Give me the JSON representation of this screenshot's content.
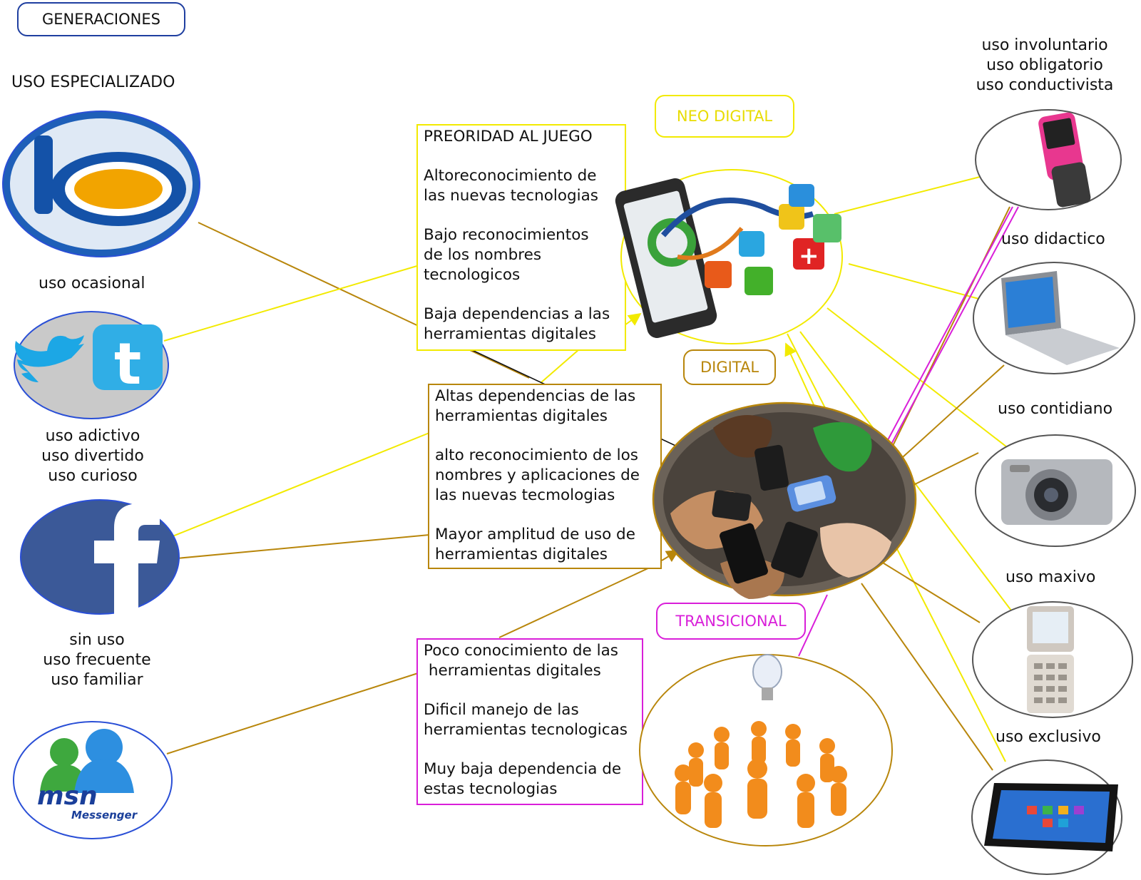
{
  "title": "GENERACIONES",
  "left_header": "USO ESPECIALIZADO",
  "left_labels": {
    "l1": "uso ocasional",
    "l2": [
      "uso adictivo",
      "uso divertido",
      "uso curioso"
    ],
    "l3": [
      "sin uso",
      "uso frecuente",
      "uso familiar"
    ]
  },
  "generations": {
    "neo": "NEO DIGITAL",
    "digital": "DIGITAL",
    "transicional": "TRANSICIONAL"
  },
  "boxes": {
    "neo": [
      "PREORIDAD AL JUEGO",
      "Altoreconocimiento de\nlas nuevas tecnologias",
      "Bajo reconocimientos\nde los nombres\ntecnologicos",
      "Baja dependencias a las\nherramientas digitales"
    ],
    "digital": [
      "Altas dependencias de las\nherramientas digitales",
      "alto reconocimiento de los\nnombres y aplicaciones de\nlas nuevas tecmologias",
      "Mayor amplitud de uso de\nherramientas digitales"
    ],
    "transicional": [
      "Poco conocimiento de las\n herramientas digitales",
      "Dificil manejo de las\nherramientas tecnologicas",
      "Muy baja dependencia de\nestas tecnologias"
    ]
  },
  "right_labels": {
    "r0": [
      "uso involuntario",
      "uso obligatorio",
      "uso conductivista"
    ],
    "r1": "uso didactico",
    "r2": "uso contidiano",
    "r3": "uso maxivo",
    "r4": "uso exclusivo"
  },
  "colors": {
    "neo": "#f2ea00",
    "digital": "#b8860b",
    "transicional": "#d91fd9",
    "title_border": "#1f3fa0",
    "ellipse_blue": "#2a4fd6",
    "ellipse_gray": "#555555"
  },
  "icons": [
    "bing-logo-icon",
    "twitter-logo-icon",
    "facebook-logo-icon",
    "msn-messenger-icon",
    "social-apps-phone-icon",
    "hands-with-phones-icon",
    "people-circle-lightbulb-icon",
    "pink-slider-phone-icon",
    "laptop-icon",
    "digital-camera-icon",
    "flip-phone-icon",
    "tablet-icon"
  ]
}
